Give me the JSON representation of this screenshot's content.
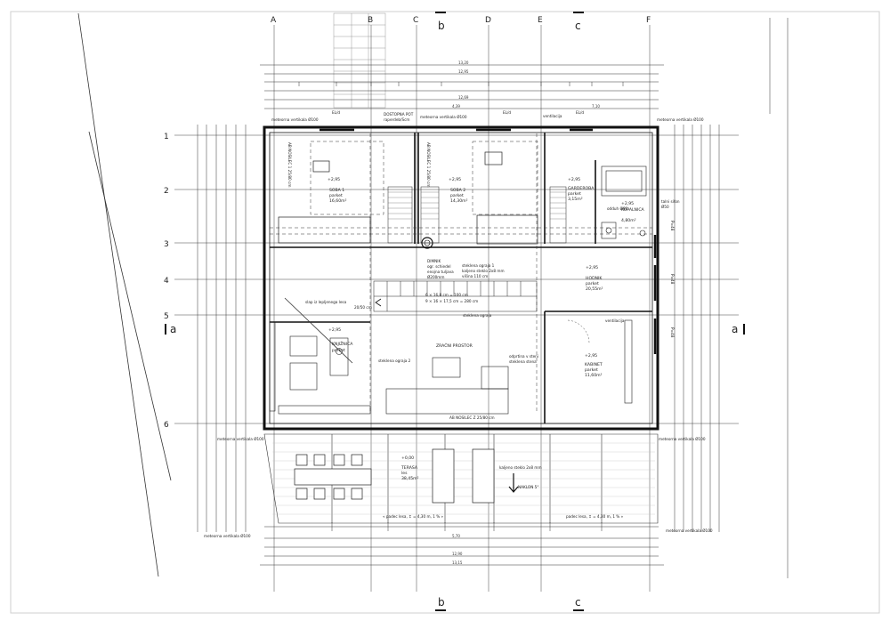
{
  "grid_columns": [
    "A",
    "B",
    "C",
    "D",
    "E",
    "F"
  ],
  "grid_rows": [
    "1",
    "2",
    "3",
    "4",
    "5",
    "6"
  ],
  "section_markers": {
    "b": "b",
    "c": "c",
    "a": "a"
  },
  "overall_dims": {
    "top": [
      "13,20",
      "12,95",
      "12,69",
      "7,10",
      "4,39"
    ],
    "bottom": [
      "5,70",
      "12,90",
      "13,15"
    ]
  },
  "top_notes": {
    "pipe_left": "meteorna vertikala Ø100",
    "pipe_mid": "meteorna vertikala Ø100",
    "pipe_right": "meteorna vertikala Ø100",
    "attic": "DOSTOPNA POT",
    "attic_sub": "raperdeb/Scm",
    "window_1": "EL/d",
    "window_2": "EL/d",
    "window_3": "EL/d",
    "vent": "ventilacija"
  },
  "rooms": {
    "soba1": {
      "name": "SOBA 1",
      "floor": "parket",
      "area": "16,60m²",
      "level": "+2,95"
    },
    "soba2": {
      "name": "SOBA 2",
      "floor": "parket",
      "area": "14,30m²",
      "level": "+2,95"
    },
    "garderoba": {
      "name": "GARDEROBA",
      "floor": "parket",
      "area": "3,15m²",
      "level": "+2,95"
    },
    "kopalnica": {
      "name": "KOPALNICA",
      "floor": "",
      "area": "4,80m²",
      "level": "+2,95"
    },
    "hodnik": {
      "name": "HODNIK",
      "floor": "parket",
      "area": "20,55m²",
      "level": "+2,95"
    },
    "knjiznica": {
      "name": "KNJIŽNICA",
      "floor": "parket",
      "area": "",
      "level": "+2,95"
    },
    "zracni": {
      "name": "ZRAČNI PROSTOR"
    },
    "kabinet": {
      "name": "KABINET",
      "floor": "parket",
      "area": "11,60m²",
      "level": "+2,95"
    },
    "terasa": {
      "name": "TERASA",
      "floor": "les",
      "area": "38,45m²",
      "level": "+0,00"
    }
  },
  "notes": {
    "dimnik": "DIMNIK",
    "dimnik_sub1": "ogr. schiedel",
    "dimnik_sub2": "enojna tuljava",
    "dimnik_sub3": "Ø200mm",
    "steklena_1": "steklena ograja 1",
    "steklena_1b": "kaljeno steklo 2x8 mm",
    "steklena_1c": "višina 110 cm",
    "stairs_1": "6 × 16,8 cm = 100 cm",
    "stairs_2": "9 × 16 × 17,5 cm = 280 cm",
    "steklena_grid": "steklena ograja",
    "slap": "slap iz lepljenega lesa",
    "slap_sub": "20/50 cm",
    "steklena_2": "steklena ograja 2",
    "odprtina": "odprtina v steni",
    "odprtina_sub": "steklena stena",
    "ventilacija": "ventilacija",
    "nosilec_mid": "AB NOSILEC Z 25/80 cm",
    "nosilec_a": "AB NOSILEC 1 25/80 cm",
    "nosilec_b": "AB NOSILEC 1 25/80 cm",
    "talni": "talni sifon",
    "talni_sub": "Ø50",
    "odduh": "odduh Ø80",
    "steklo_terasa": "kaljeno steklo 2x8 mm",
    "naklon": "NAKLON 5°",
    "padec_left": "« padec lesa, ↕ = 4,30 m, 1 % »",
    "padec_right": "padec lesa, ↕ = 4,30 m, 1 % »",
    "pipe_left_low": "meteorna vertikala Ø100",
    "pipe_left_bottom": "meteorna vertikala Ø100",
    "pipe_right_bottom": "meteorna vertikala Ø100",
    "pipe_right_low": "meteorna vertikala Ø100",
    "side_p48": "P=48",
    "side_p48b": "P=48",
    "side_p48c": "P=48"
  }
}
